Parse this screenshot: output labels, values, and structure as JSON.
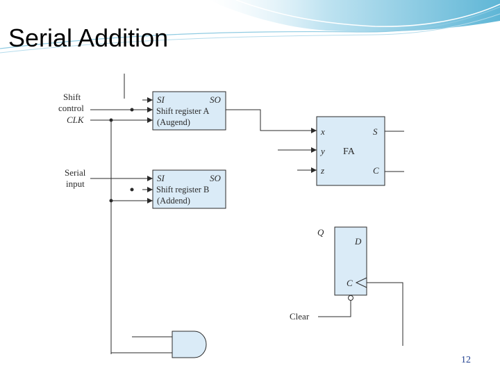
{
  "slide": {
    "title": "Serial Addition",
    "page_number": "12"
  },
  "diagram": {
    "inputs": {
      "shift_control": [
        "Shift",
        "control"
      ],
      "clk": "CLK",
      "serial_input": [
        "Serial",
        "input"
      ]
    },
    "register_a": {
      "si": "SI",
      "so": "SO",
      "name": "Shift register A",
      "role": "(Augend)"
    },
    "register_b": {
      "si": "SI",
      "so": "SO",
      "name": "Shift register B",
      "role": "(Addend)"
    },
    "full_adder": {
      "name": "FA",
      "x": "x",
      "y": "y",
      "z": "z",
      "s": "S",
      "c": "C"
    },
    "flip_flop": {
      "q": "Q",
      "d": "D",
      "clk": "C"
    },
    "clear": "Clear"
  },
  "colors": {
    "block_fill": "#daebf7",
    "wire": "#2a2a2a",
    "header_swoosh": "#7fc4de",
    "page_number": "#1f3f8f"
  }
}
